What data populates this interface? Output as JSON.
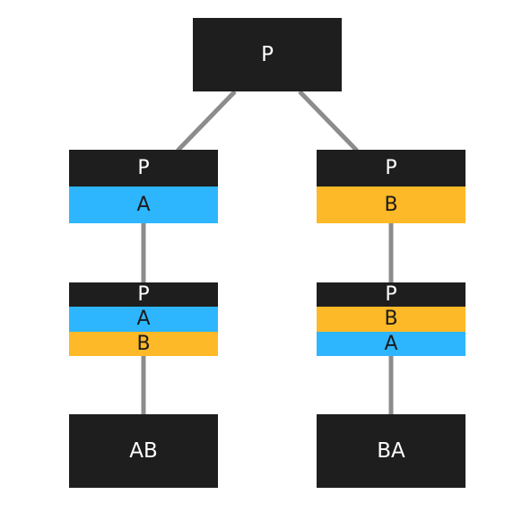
{
  "colors": {
    "dark": "#1e1e1e",
    "a": "#2db6fd",
    "b": "#fdb927",
    "connector": "#8c8c8c"
  },
  "root": {
    "label": "P"
  },
  "left": {
    "child": {
      "top": "P",
      "bottom": "A"
    },
    "grandchild": {
      "l1": "P",
      "l2": "A",
      "l3": "B"
    },
    "leaf": {
      "label": "AB"
    }
  },
  "right": {
    "child": {
      "top": "P",
      "bottom": "B"
    },
    "grandchild": {
      "l1": "P",
      "l2": "B",
      "l3": "A"
    },
    "leaf": {
      "label": "BA"
    }
  }
}
